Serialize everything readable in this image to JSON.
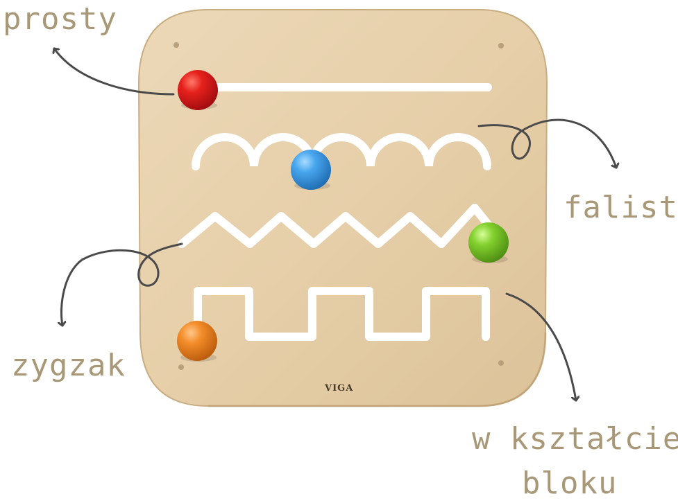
{
  "labels": {
    "straight": "prosty",
    "wavy": "falisty",
    "zigzag": "zygzak",
    "block_line1": "w kształcie",
    "block_line2": "bloku"
  },
  "board": {
    "brand": "VIGA"
  },
  "colors": {
    "label": "#a89877",
    "board": "#e8d2af",
    "arrow": "#4a4a4a",
    "bead_red": "#d8141c",
    "bead_blue": "#3d9ae3",
    "bead_green": "#7ccc2a",
    "bead_orange": "#f28a26"
  }
}
